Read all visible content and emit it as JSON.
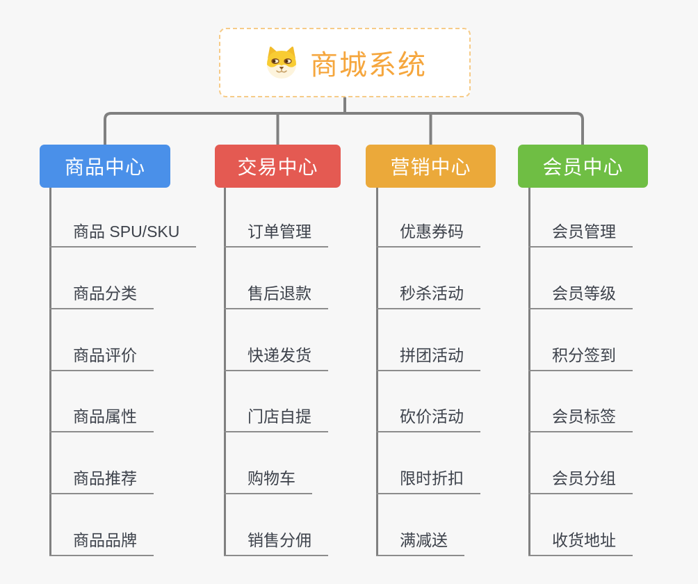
{
  "page": {
    "background_color": "#f7f7f7",
    "connector_color": "#808080",
    "underline_color": "#8c8c8c",
    "leaf_text_color": "#3d424b"
  },
  "root": {
    "title": "商城系统",
    "icon": "shiba-dog-icon",
    "text_color": "#f5a63d",
    "border_color": "#f6cb88",
    "background": "#ffffff"
  },
  "branches": [
    {
      "label": "商品中心",
      "color": "#4a90e9",
      "children": [
        "商品 SPU/SKU",
        "商品分类",
        "商品评价",
        "商品属性",
        "商品推荐",
        "商品品牌"
      ]
    },
    {
      "label": "交易中心",
      "color": "#e45a52",
      "children": [
        "订单管理",
        "售后退款",
        "快递发货",
        "门店自提",
        "购物车",
        "销售分佣"
      ]
    },
    {
      "label": "营销中心",
      "color": "#eba93a",
      "children": [
        "优惠券码",
        "秒杀活动",
        "拼团活动",
        "砍价活动",
        "限时折扣",
        "满减送"
      ]
    },
    {
      "label": "会员中心",
      "color": "#6fbe44",
      "children": [
        "会员管理",
        "会员等级",
        "积分签到",
        "会员标签",
        "会员分组",
        "收货地址"
      ]
    }
  ]
}
